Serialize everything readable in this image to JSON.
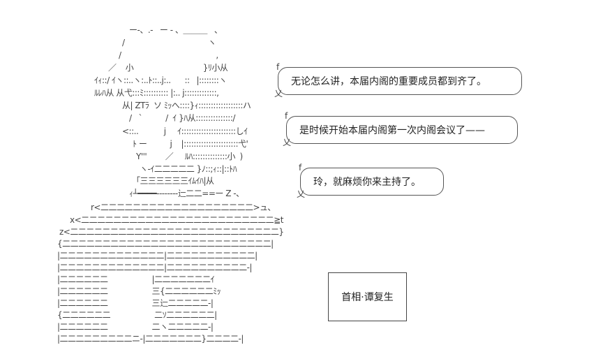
{
  "art_lines": [
    "ー-、.-   ー ‐ 、＿＿＿   、",
    "/                                    ヽ",
    "/                                         ,",
    "／    小                              }ﾘ小从",
    "ｲｨ::/ ｲヽ::..ヽ:..ﾄ::..j:..      ::   |::::::::ヽ",
    "ﾙﾚﾊ从 从弋:::ﾐ:::::::::: |:.. j:::::::::::::,",
    "从| ZTﾗ  ソ ﾐｯへ::::}ｨ::::::::::::::::::ハ",
    "/   `          /  ｲ }ﾊ从:::::::::::::::/",
    "<::..           j     ｲ::::::::::::::::::::::しｲ",
    "ﾄ ー          j    |::::::::::::::::::::::弋'",
    "Y'''        ／     ﾙﾊ::::::::::::::小  )",
    "ヽ-ｲ二二二二二 }ﾉ::;ｨ::|::ﾄﾊ",
    "｢三三三三三三ｲﾑｲﾊ|从",
    "ｨ┴━━━━-‐-‐-‐-‐辷二二==ー Z ‐、",
    "r<二二二二二二二二二二二二二二二二二二二>ュ、",
    "x<二二二二二二二二二二二二二二二二二二二二二二二二≧t",
    "z<二二二二二二二二二二二二二二二二二二二二二二二二二二}",
    "{二二二二二二二二二二二二二二二二二二二二二二二二二二|",
    "|二二二二二二二二二二二二二|二二二二二二二二二二二|",
    "|二二二二二二二二二二二二二|二二二二二二二二二二-|",
    "|二二二二二二                   |二二二二二二二ｲ",
    "|二二二二二二                   三{二二二二二二ﾐｯ",
    "|二二二二二二                   三辷二二二二二-|",
    "{二二二二二二                   二ｿ二二二二二二|",
    "|二二二二二二                   二ヽ二二二二二-|",
    "|二二二二二二二二二ニ-|二二二二二二二}二二二二-|"
  ],
  "nameplate": "首相·谭复生",
  "bubbles": [
    {
      "text": "无论怎么讲，本届内阁的重要成员都到齐了。"
    },
    {
      "text": "是时候开始本届内阁第一次内阁会议了——"
    },
    {
      "text": "玲，就麻烦你来主持了。"
    }
  ],
  "bubble_deco": {
    "top": "f",
    "mid": "|",
    "tail": "乂"
  }
}
